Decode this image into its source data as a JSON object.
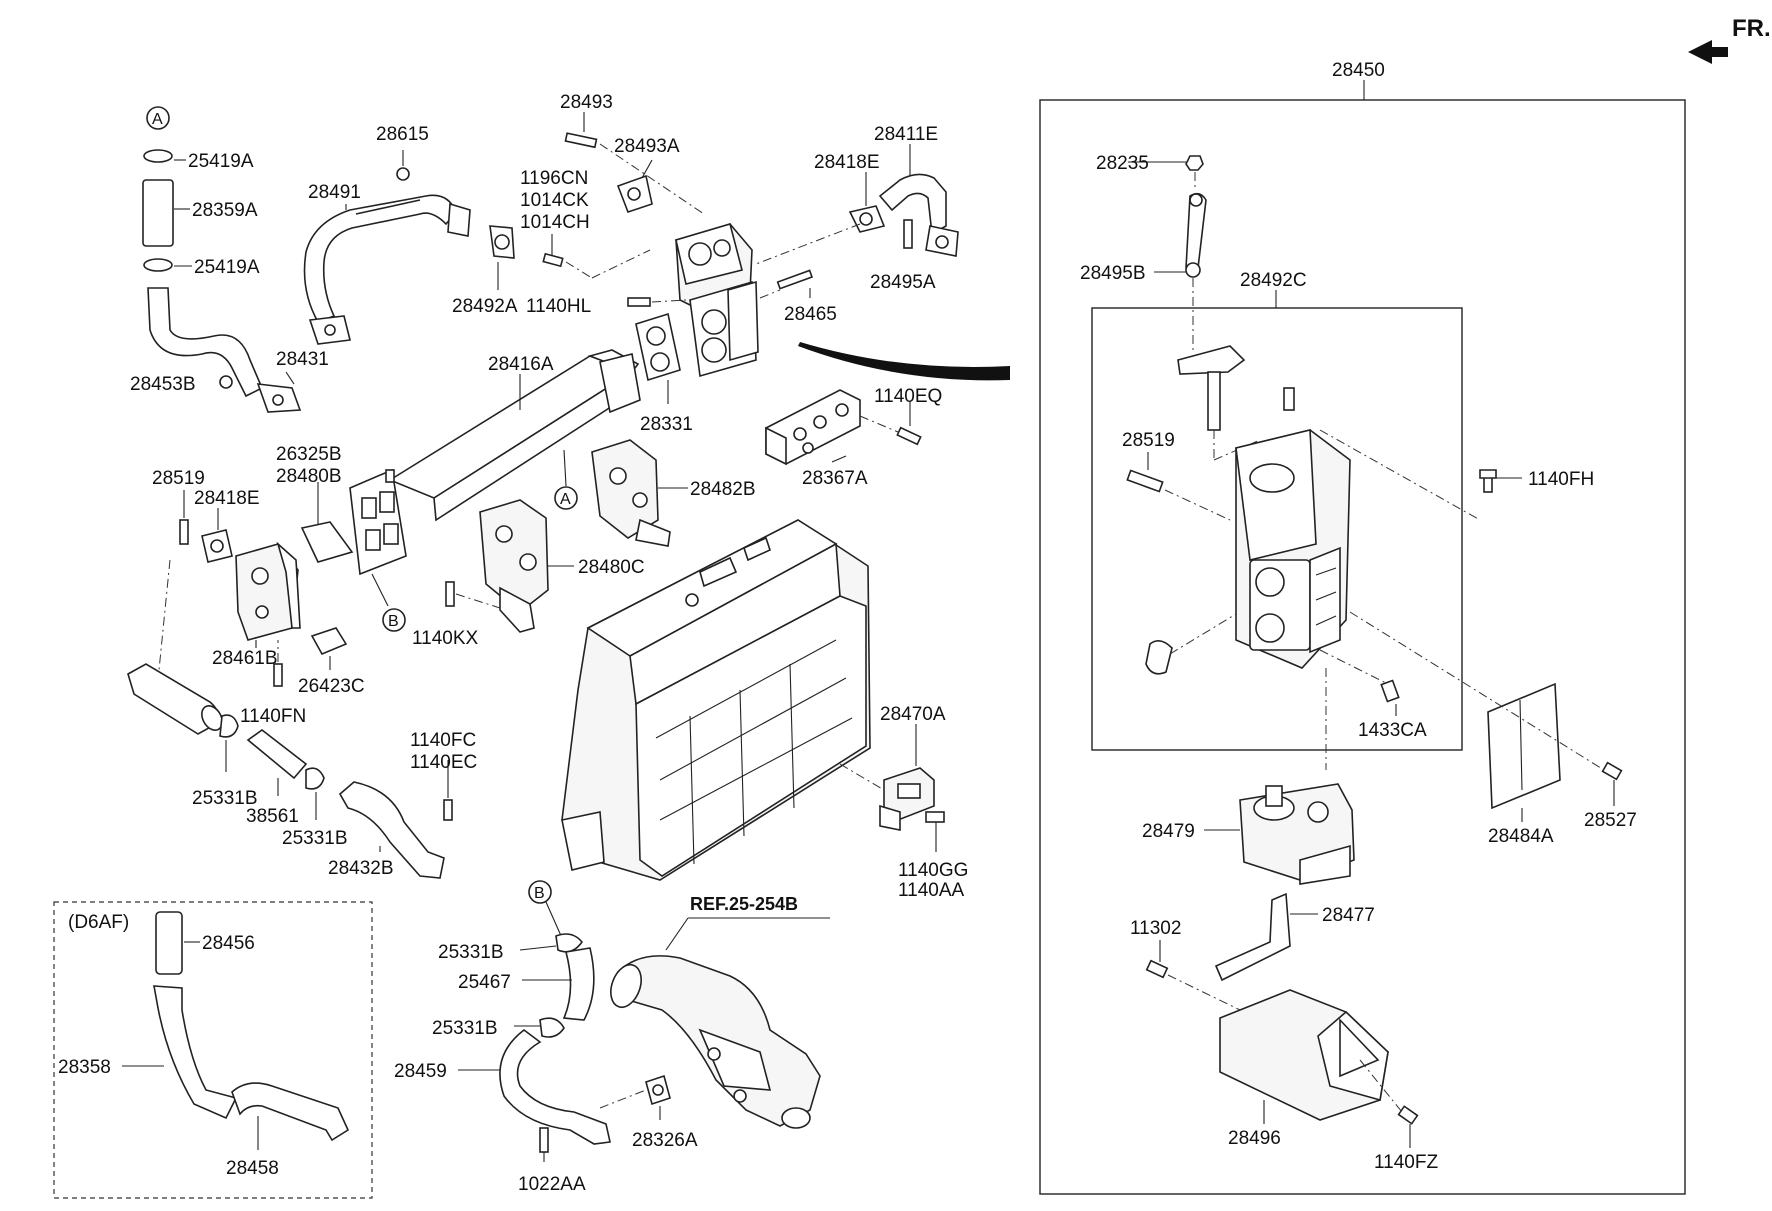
{
  "orientation": {
    "label": "FR."
  },
  "reference": {
    "label": "REF.25-254B"
  },
  "variant_box": {
    "label": "(D6AF)"
  },
  "markers": {
    "a": "A",
    "b": "B"
  },
  "callouts": {
    "c28450": "28450",
    "c28235": "28235",
    "c28495B": "28495B",
    "c28492C": "28492C",
    "c28519_r": "28519",
    "c1140FH": "1140FH",
    "c1433CA": "1433CA",
    "c28484A": "28484A",
    "c28527": "28527",
    "c28479": "28479",
    "c28477": "28477",
    "c11302": "11302",
    "c28496": "28496",
    "c1140FZ": "1140FZ",
    "c25419A_1": "25419A",
    "c28359A": "28359A",
    "c25419A_2": "25419A",
    "c28453B": "28453B",
    "c28431": "28431",
    "c28615": "28615",
    "c28491": "28491",
    "c28493": "28493",
    "c28493A": "28493A",
    "c1196CN": "1196CN",
    "c1014CK": "1014CK",
    "c1014CH": "1014CH",
    "c28492A": "28492A",
    "c1140HL": "1140HL",
    "c28418E_top": "28418E",
    "c28411E": "28411E",
    "c28495A": "28495A",
    "c28465": "28465",
    "c28416A": "28416A",
    "c28331": "28331",
    "c1140EQ": "1140EQ",
    "c28367A": "28367A",
    "c26325B": "26325B",
    "c28480B": "28480B",
    "c28519_l": "28519",
    "c28418E_l": "28418E",
    "c28482B": "28482B",
    "c28480C": "28480C",
    "c1140KX": "1140KX",
    "c28461B": "28461B",
    "c26423C": "26423C",
    "c1140FN": "1140FN",
    "c28470A": "28470A",
    "c1140FC": "1140FC",
    "c1140EC": "1140EC",
    "c25331B_1": "25331B",
    "c38561": "38561",
    "c25331B_2": "25331B",
    "c28432B": "28432B",
    "c1140GG": "1140GG",
    "c1140AA": "1140AA",
    "c28456": "28456",
    "c28358": "28358",
    "c28458": "28458",
    "c25331B_3": "25331B",
    "c25467": "25467",
    "c25331B_4": "25331B",
    "c28459": "28459",
    "c28326A": "28326A",
    "c1022AA": "1022AA"
  }
}
